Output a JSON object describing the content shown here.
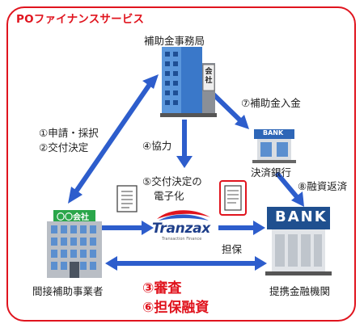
{
  "title": "POファイナンスサービス",
  "nodes": {
    "government": {
      "label": "補助金事務局",
      "building_sign": "会社"
    },
    "operator": {
      "label": "間接補助事業者",
      "building_sign": "〇〇会社"
    },
    "settlement_bank": {
      "label": "決済銀行",
      "sign": "BANK"
    },
    "partner_bank": {
      "label": "提携金融機関",
      "sign": "BANK"
    },
    "tranzax": {
      "logo_text": "Tranzax",
      "tagline": "Transaction Finance"
    }
  },
  "steps": {
    "s1": "①申請・採択",
    "s2": "②交付決定",
    "s4": "④協力",
    "s5_line1": "⑤交付決定の",
    "s5_line2": "電子化",
    "s7": "⑦補助金入金",
    "s8": "⑧融資返済",
    "collateral": "担保",
    "s3": "③審査",
    "s6": "⑥担保融資"
  },
  "colors": {
    "accent": "#e0141e",
    "arrow": "#2d5dcc",
    "bank_blue": "#1f4f8f"
  }
}
